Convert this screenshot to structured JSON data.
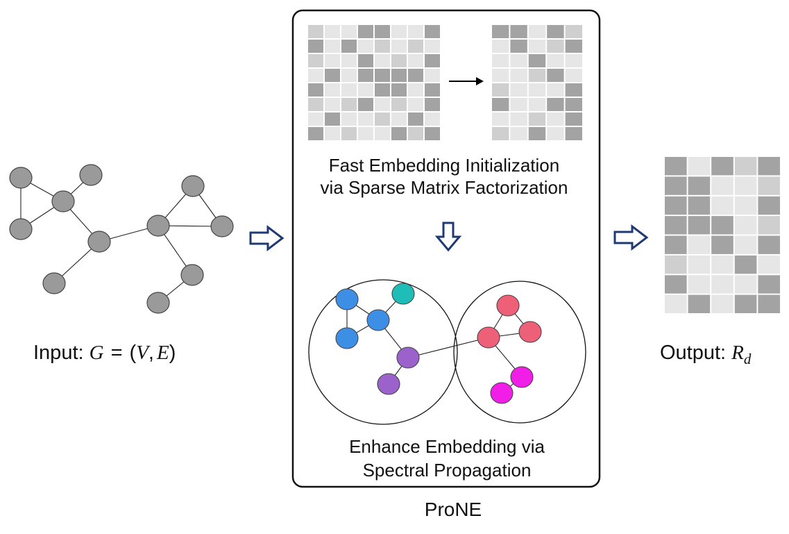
{
  "input_label": {
    "prefix": "Input: ",
    "G": "G",
    "eq": "=",
    "tuple_open": "(",
    "V": "V",
    "comma": ",",
    "E": "E",
    "tuple_close": ")"
  },
  "output_label": {
    "prefix": "Output: ",
    "R": "R",
    "subscript": "d"
  },
  "prone_box": {
    "title": "ProNE",
    "step1_line1": "Fast Embedding Initialization",
    "step1_line2": "via Sparse Matrix Factorization",
    "step2_line1": "Enhance Embedding via",
    "step2_line2": "Spectral Propagation"
  },
  "colors": {
    "node_gray": "#9a9a9a",
    "node_blue": "#3d8fe6",
    "node_teal": "#1fbdb8",
    "node_purple": "#9b62cc",
    "node_red": "#ee5f78",
    "node_magenta": "#f01ee6",
    "arrow_outline": "#1f3a73",
    "cell_dark": "#a3a3a3",
    "cell_mid": "#cfcfcf",
    "cell_light": "#e6e6e6"
  },
  "matrices": {
    "sparse": [
      [
        2,
        1,
        1,
        3,
        3,
        1,
        1,
        3
      ],
      [
        3,
        1,
        3,
        1,
        2,
        1,
        2,
        1
      ],
      [
        2,
        1,
        1,
        3,
        1,
        2,
        1,
        3
      ],
      [
        1,
        3,
        1,
        3,
        3,
        3,
        3,
        1
      ],
      [
        3,
        1,
        1,
        1,
        3,
        3,
        1,
        3
      ],
      [
        2,
        1,
        2,
        3,
        1,
        2,
        1,
        3
      ],
      [
        1,
        3,
        1,
        1,
        2,
        1,
        3,
        1
      ],
      [
        3,
        1,
        2,
        1,
        1,
        3,
        2,
        3
      ]
    ],
    "factor": [
      [
        3,
        3,
        1,
        3,
        2
      ],
      [
        1,
        3,
        1,
        2,
        3
      ],
      [
        1,
        1,
        3,
        1,
        1
      ],
      [
        1,
        1,
        2,
        3,
        1
      ],
      [
        2,
        1,
        1,
        1,
        3
      ],
      [
        3,
        1,
        1,
        3,
        3
      ],
      [
        1,
        1,
        2,
        1,
        3
      ],
      [
        2,
        1,
        3,
        1,
        3
      ]
    ],
    "output": [
      [
        3,
        1,
        3,
        2,
        3
      ],
      [
        3,
        3,
        1,
        1,
        2
      ],
      [
        3,
        3,
        1,
        1,
        3
      ],
      [
        3,
        3,
        3,
        1,
        2
      ],
      [
        3,
        1,
        3,
        1,
        3
      ],
      [
        2,
        1,
        1,
        3,
        1
      ],
      [
        3,
        1,
        1,
        1,
        3
      ],
      [
        1,
        3,
        1,
        3,
        3
      ]
    ]
  }
}
